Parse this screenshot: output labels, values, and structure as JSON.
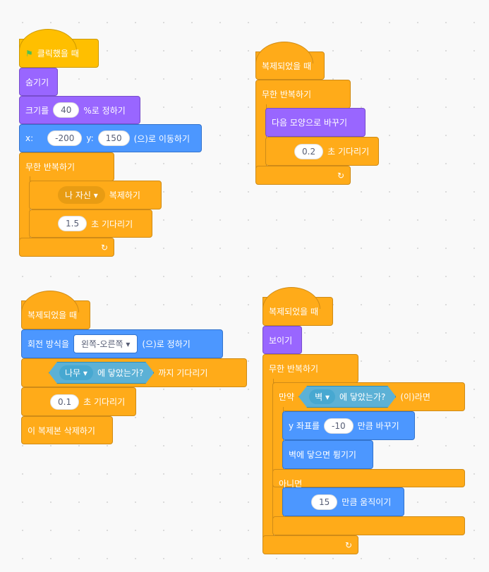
{
  "script1": {
    "hat": "클릭했을 때",
    "hide": "숨기기",
    "size_pre": "크기를",
    "size_val": "40",
    "size_post": "%로 정하기",
    "x_label": "x:",
    "x_val": "-200",
    "y_label": "y:",
    "y_val": "150",
    "goto_post": "(으)로 이동하기",
    "forever": "무한 반복하기",
    "clone_target": "나 자신",
    "clone_post": "복제하기",
    "wait_val": "1.5",
    "wait_post": "초 기다리기"
  },
  "script2": {
    "hat": "복제되었을 때",
    "forever": "무한 반복하기",
    "next_costume": "다음 모양으로 바꾸기",
    "wait_val": "0.2",
    "wait_post": "초 기다리기"
  },
  "script3": {
    "hat": "복제되었을 때",
    "rot_pre": "회전 방식을",
    "rot_val": "왼쪽-오른쪽",
    "rot_post": "(으)로 정하기",
    "touch_target": "나무",
    "touch_post": "에 닿았는가?",
    "until_post": "까지 기다리기",
    "wait_val": "0.1",
    "wait_post": "초 기다리기",
    "delete": "이 복제본 삭제하기"
  },
  "script4": {
    "hat": "복제되었을 때",
    "show": "보이기",
    "forever": "무한 반복하기",
    "if": "만약",
    "touch_target": "벽",
    "touch_post": "에 닿았는가?",
    "then": "(이)라면",
    "changey_pre": "y 좌표를",
    "changey_val": "-10",
    "changey_post": "만큼 바꾸기",
    "bounce": "벽에 닿으면 튕기기",
    "else": "아니면",
    "move_val": "15",
    "move_post": "만큼 움직이기"
  }
}
